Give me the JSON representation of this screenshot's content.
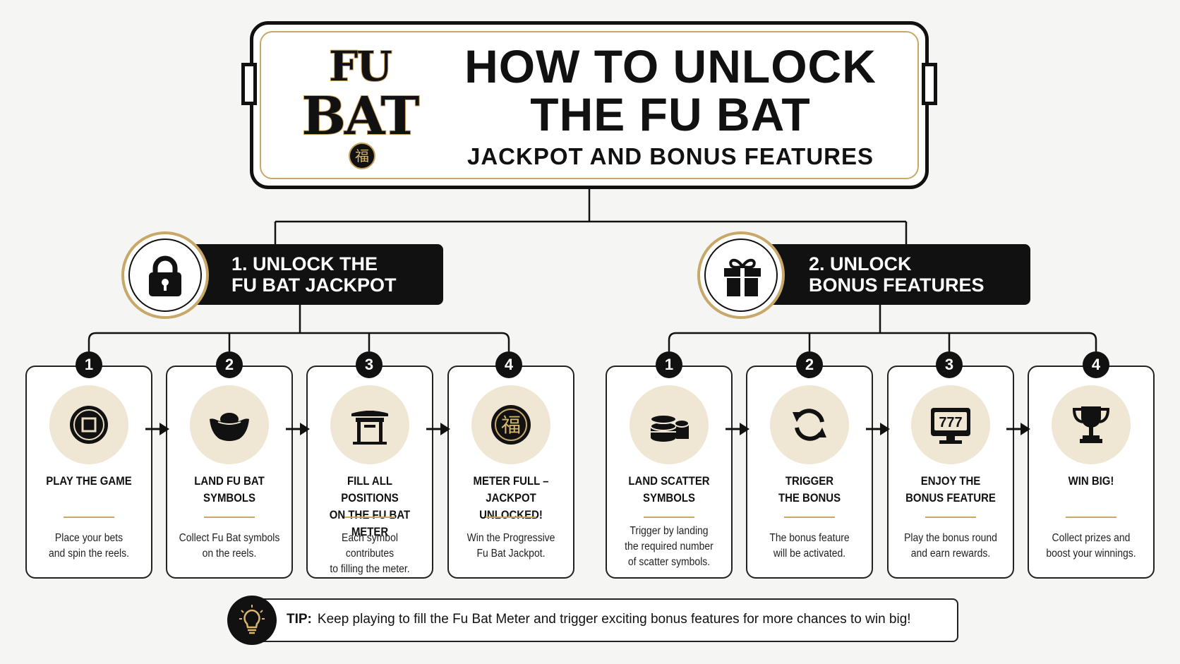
{
  "header": {
    "logo_line1": "FU",
    "logo_line2": "BAT",
    "logo_seal": "福",
    "title_line1": "HOW TO UNLOCK",
    "title_line2": "THE FU BAT",
    "subtitle": "JACKPOT AND BONUS FEATURES"
  },
  "sections": [
    {
      "line1": "1. UNLOCK THE",
      "line2": "FU BAT JACKPOT",
      "icon": "lock-icon",
      "steps": [
        {
          "num": "1",
          "title_l1": "PLAY THE GAME",
          "title_l2": "",
          "desc_l1": "Place your bets",
          "desc_l2": "and spin the reels.",
          "desc_l3": "",
          "icon": "coin-icon"
        },
        {
          "num": "2",
          "title_l1": "LAND FU BAT",
          "title_l2": "SYMBOLS",
          "desc_l1": "Collect Fu Bat symbols",
          "desc_l2": "on the reels.",
          "desc_l3": "",
          "icon": "gold-ingot-icon"
        },
        {
          "num": "3",
          "title_l1": "FILL ALL POSITIONS",
          "title_l2": "ON THE FU BAT METER",
          "desc_l1": "Each symbol contributes",
          "desc_l2": "to filling the meter.",
          "desc_l3": "",
          "icon": "temple-gate-icon"
        },
        {
          "num": "4",
          "title_l1": "METER FULL –",
          "title_l2": "JACKPOT UNLOCKED!",
          "desc_l1": "Win the Progressive",
          "desc_l2": "Fu Bat Jackpot.",
          "desc_l3": "",
          "icon": "fu-medallion-icon",
          "icon_text": "福"
        }
      ]
    },
    {
      "line1": "2.  UNLOCK",
      "line2": "BONUS FEATURES",
      "icon": "gift-icon",
      "steps": [
        {
          "num": "1",
          "title_l1": "LAND SCATTER",
          "title_l2": "SYMBOLS",
          "desc_l1": "Trigger by landing",
          "desc_l2": "the required number",
          "desc_l3": "of scatter symbols.",
          "icon": "coin-stack-icon"
        },
        {
          "num": "2",
          "title_l1": "TRIGGER",
          "title_l2": "THE BONUS",
          "desc_l1": "The bonus feature",
          "desc_l2": "will be activated.",
          "desc_l3": "",
          "icon": "refresh-icon"
        },
        {
          "num": "3",
          "title_l1": "ENJOY THE",
          "title_l2": "BONUS FEATURE",
          "desc_l1": "Play the bonus round",
          "desc_l2": "and earn rewards.",
          "desc_l3": "",
          "icon": "slot-machine-icon",
          "icon_text": "777"
        },
        {
          "num": "4",
          "title_l1": "WIN BIG!",
          "title_l2": "",
          "desc_l1": "Collect prizes and",
          "desc_l2": "boost your winnings.",
          "desc_l3": "",
          "icon": "trophy-icon"
        }
      ]
    }
  ],
  "tip": {
    "label": "TIP:",
    "text": "Keep playing to fill the Fu Bat Meter and trigger exciting bonus features for more chances to win big!",
    "icon": "lightbulb-icon"
  },
  "colors": {
    "gold": "#c7a869",
    "cream": "#efe6d4",
    "ink": "#111111"
  }
}
